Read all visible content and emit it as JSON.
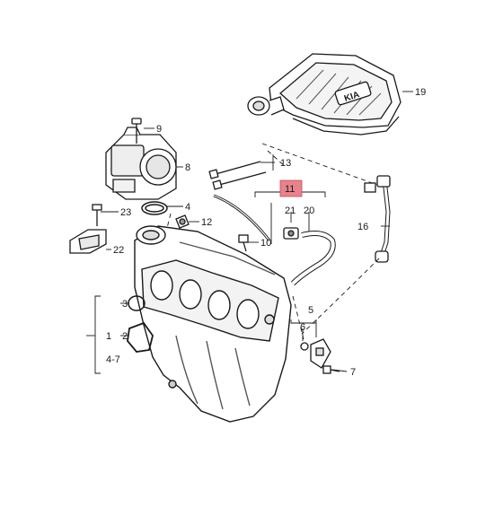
{
  "callouts": [
    {
      "id": "c1",
      "label": "1"
    },
    {
      "id": "c2",
      "label": "2"
    },
    {
      "id": "c3",
      "label": "3"
    },
    {
      "id": "c4",
      "label": "4"
    },
    {
      "id": "c4-7",
      "label": "4-7"
    },
    {
      "id": "c5",
      "label": "5"
    },
    {
      "id": "c6",
      "label": "6"
    },
    {
      "id": "c7",
      "label": "7"
    },
    {
      "id": "c8",
      "label": "8"
    },
    {
      "id": "c9",
      "label": "9"
    },
    {
      "id": "c10",
      "label": "10"
    },
    {
      "id": "c11",
      "label": "11"
    },
    {
      "id": "c12",
      "label": "12"
    },
    {
      "id": "c13",
      "label": "13"
    },
    {
      "id": "c16",
      "label": "16"
    },
    {
      "id": "c19",
      "label": "19"
    },
    {
      "id": "c20",
      "label": "20"
    },
    {
      "id": "c21",
      "label": "21"
    },
    {
      "id": "c22",
      "label": "22"
    },
    {
      "id": "c23",
      "label": "23"
    }
  ],
  "highlight": {
    "label": "11",
    "color": "#e8828c"
  },
  "engine_cover_logo": "KIA",
  "colors": {
    "line": "#1a1a1a",
    "fill": "#ffffff",
    "shade": "#e8e8e8"
  }
}
